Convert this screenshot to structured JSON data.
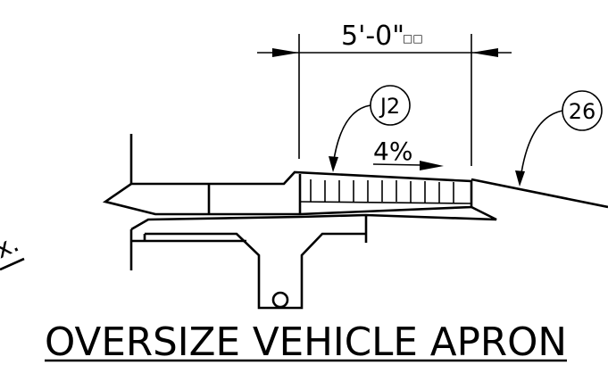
{
  "dimension": {
    "text": "5'-0\"",
    "suffix": "□□"
  },
  "callouts": [
    {
      "label": "J2"
    },
    {
      "label": "26"
    }
  ],
  "slope": {
    "text": "4%"
  },
  "partial_label": "x.",
  "title": "OVERSIZE VEHICLE APRON"
}
